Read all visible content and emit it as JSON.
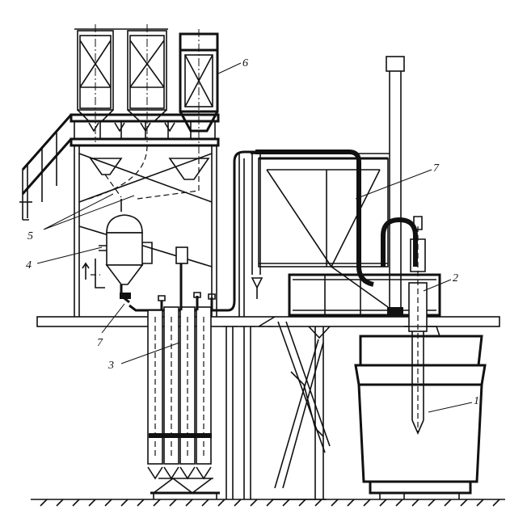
{
  "labels": {
    "ladle": "1",
    "lance": "2",
    "cylinders": "3",
    "dispenser": "4",
    "feed_lines": "5",
    "bunker": "6",
    "pipe_left": "7",
    "pipe_right": "7"
  }
}
